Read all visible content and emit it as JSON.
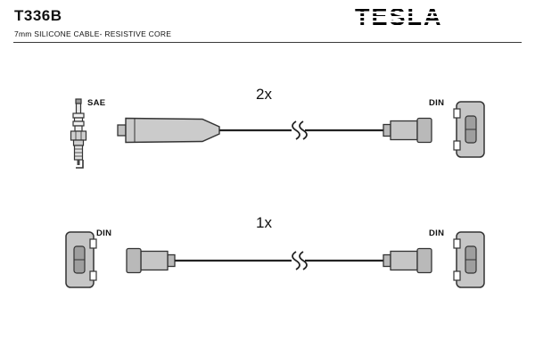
{
  "palette": {
    "ink": "#1a1a1a",
    "component_fill": "#c8c8c8",
    "background": "#ffffff"
  },
  "header": {
    "part_number": "T336B",
    "subtitle": "7mm SILICONE CABLE- RESISTIVE CORE",
    "brand": "TESLA"
  },
  "diagram": {
    "top_cable": {
      "quantity_label": "2x",
      "plug_end_standard": "SAE",
      "distributor_end_standard": "DIN"
    },
    "bottom_cable": {
      "quantity_label": "1x",
      "left_end_standard": "DIN",
      "right_end_standard": "DIN"
    }
  }
}
